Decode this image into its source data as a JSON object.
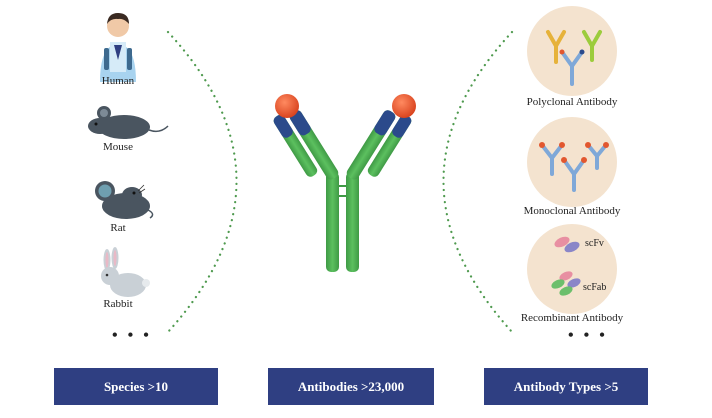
{
  "species": {
    "items": [
      {
        "name": "human-icon",
        "label": "Human"
      },
      {
        "name": "mouse-icon",
        "label": "Mouse"
      },
      {
        "name": "rat-icon",
        "label": "Rat"
      },
      {
        "name": "rabbit-icon",
        "label": "Rabbit"
      }
    ],
    "more": "• • •"
  },
  "types": {
    "items": [
      {
        "name": "polyclonal-icon",
        "label": "Polyclonal Antibody"
      },
      {
        "name": "monoclonal-icon",
        "label": "Monoclonal Antibody"
      },
      {
        "name": "recombinant-icon",
        "label": "Recombinant Antibody"
      }
    ],
    "recombinant_parts": {
      "scfv": "scFv",
      "scfab": "scFab"
    },
    "more": "• • •"
  },
  "boxes": {
    "species": "Species >10",
    "antibodies": "Antibodies >23,000",
    "types": "Antibody Types >5"
  },
  "colors": {
    "box": "#2f3f82",
    "antibody_green": "#4caf50",
    "antibody_blue": "#2b4a8b",
    "antigen_red": "#e2572f",
    "dots": "#4f9a4f",
    "circle_beige": "#f4e3cf"
  }
}
